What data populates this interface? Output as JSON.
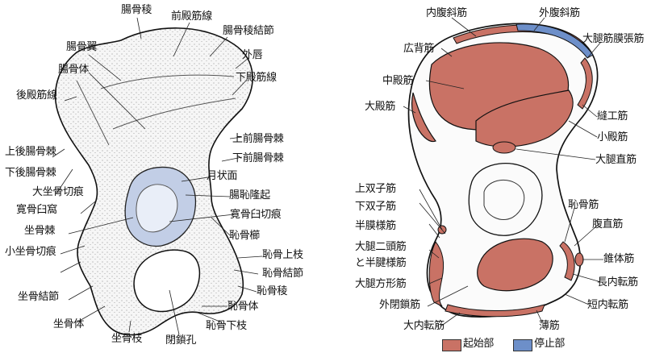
{
  "colors": {
    "origin": "#c97265",
    "insertion": "#6d8fc9",
    "bone_fill": "#f4f4f4",
    "outline": "#111111",
    "cartilage": "#b9c6e2"
  },
  "left_diagram": {
    "labels": {
      "iliac_crest": "腸骨稜",
      "anterior_gluteal_line": "前殿筋線",
      "iliac_tubercle": "腸骨稜結節",
      "iliac_wing": "腸骨翼",
      "outer_lip": "外唇",
      "iliac_body": "腸骨体",
      "inferior_gluteal_line": "下殿筋線",
      "posterior_gluteal_line": "後殿筋線",
      "anterior_superior_iliac_spine": "上前腸骨棘",
      "anterior_inferior_iliac_spine": "下前腸骨棘",
      "posterior_superior_iliac_spine": "上後腸骨棘",
      "posterior_inferior_iliac_spine": "下後腸骨棘",
      "lunate_surface": "月状面",
      "greater_sciatic_notch": "大坐骨切痕",
      "iliopubic_eminence": "腸恥隆起",
      "acetabular_fossa": "寛骨臼窩",
      "acetabular_notch": "寛骨臼切痕",
      "ischial_spine": "坐骨棘",
      "pecten_pubis": "恥骨櫛",
      "lesser_sciatic_notch": "小坐骨切痕",
      "superior_pubic_ramus": "恥骨上枝",
      "pubic_tubercle": "恥骨結節",
      "ischial_tuberosity": "坐骨結節",
      "pubic_crest": "恥骨稜",
      "ischial_body": "坐骨体",
      "pubic_body": "恥骨体",
      "inferior_pubic_ramus": "恥骨下枝",
      "ischial_ramus": "坐骨枝",
      "obturator_foramen": "閉鎖孔"
    }
  },
  "right_diagram": {
    "labels": {
      "internal_oblique": "内腹斜筋",
      "external_oblique": "外腹斜筋",
      "latissimus_dorsi": "広背筋",
      "tensor_fasciae_latae": "大腿筋膜張筋",
      "gluteus_medius": "中殿筋",
      "gluteus_maximus": "大殿筋",
      "sartorius": "縫工筋",
      "gluteus_minimus": "小殿筋",
      "rectus_femoris": "大腿直筋",
      "superior_gemellus": "上双子筋",
      "inferior_gemellus": "下双子筋",
      "pectineus": "恥骨筋",
      "semimembranosus": "半膜様筋",
      "rectus_abdominis": "腹直筋",
      "biceps_femoris": "大腿二頭筋",
      "semitendinosus": "と半腱様筋",
      "pyramidalis": "錐体筋",
      "quadratus_femoris": "大腿方形筋",
      "adductor_longus": "長内転筋",
      "obturator_externus": "外閉鎖筋",
      "adductor_brevis": "短内転筋",
      "adductor_magnus": "大内転筋",
      "gracilis": "薄筋"
    },
    "legend": [
      {
        "label": "起始部",
        "color": "#c97265"
      },
      {
        "label": "停止部",
        "color": "#6d8fc9"
      }
    ]
  }
}
